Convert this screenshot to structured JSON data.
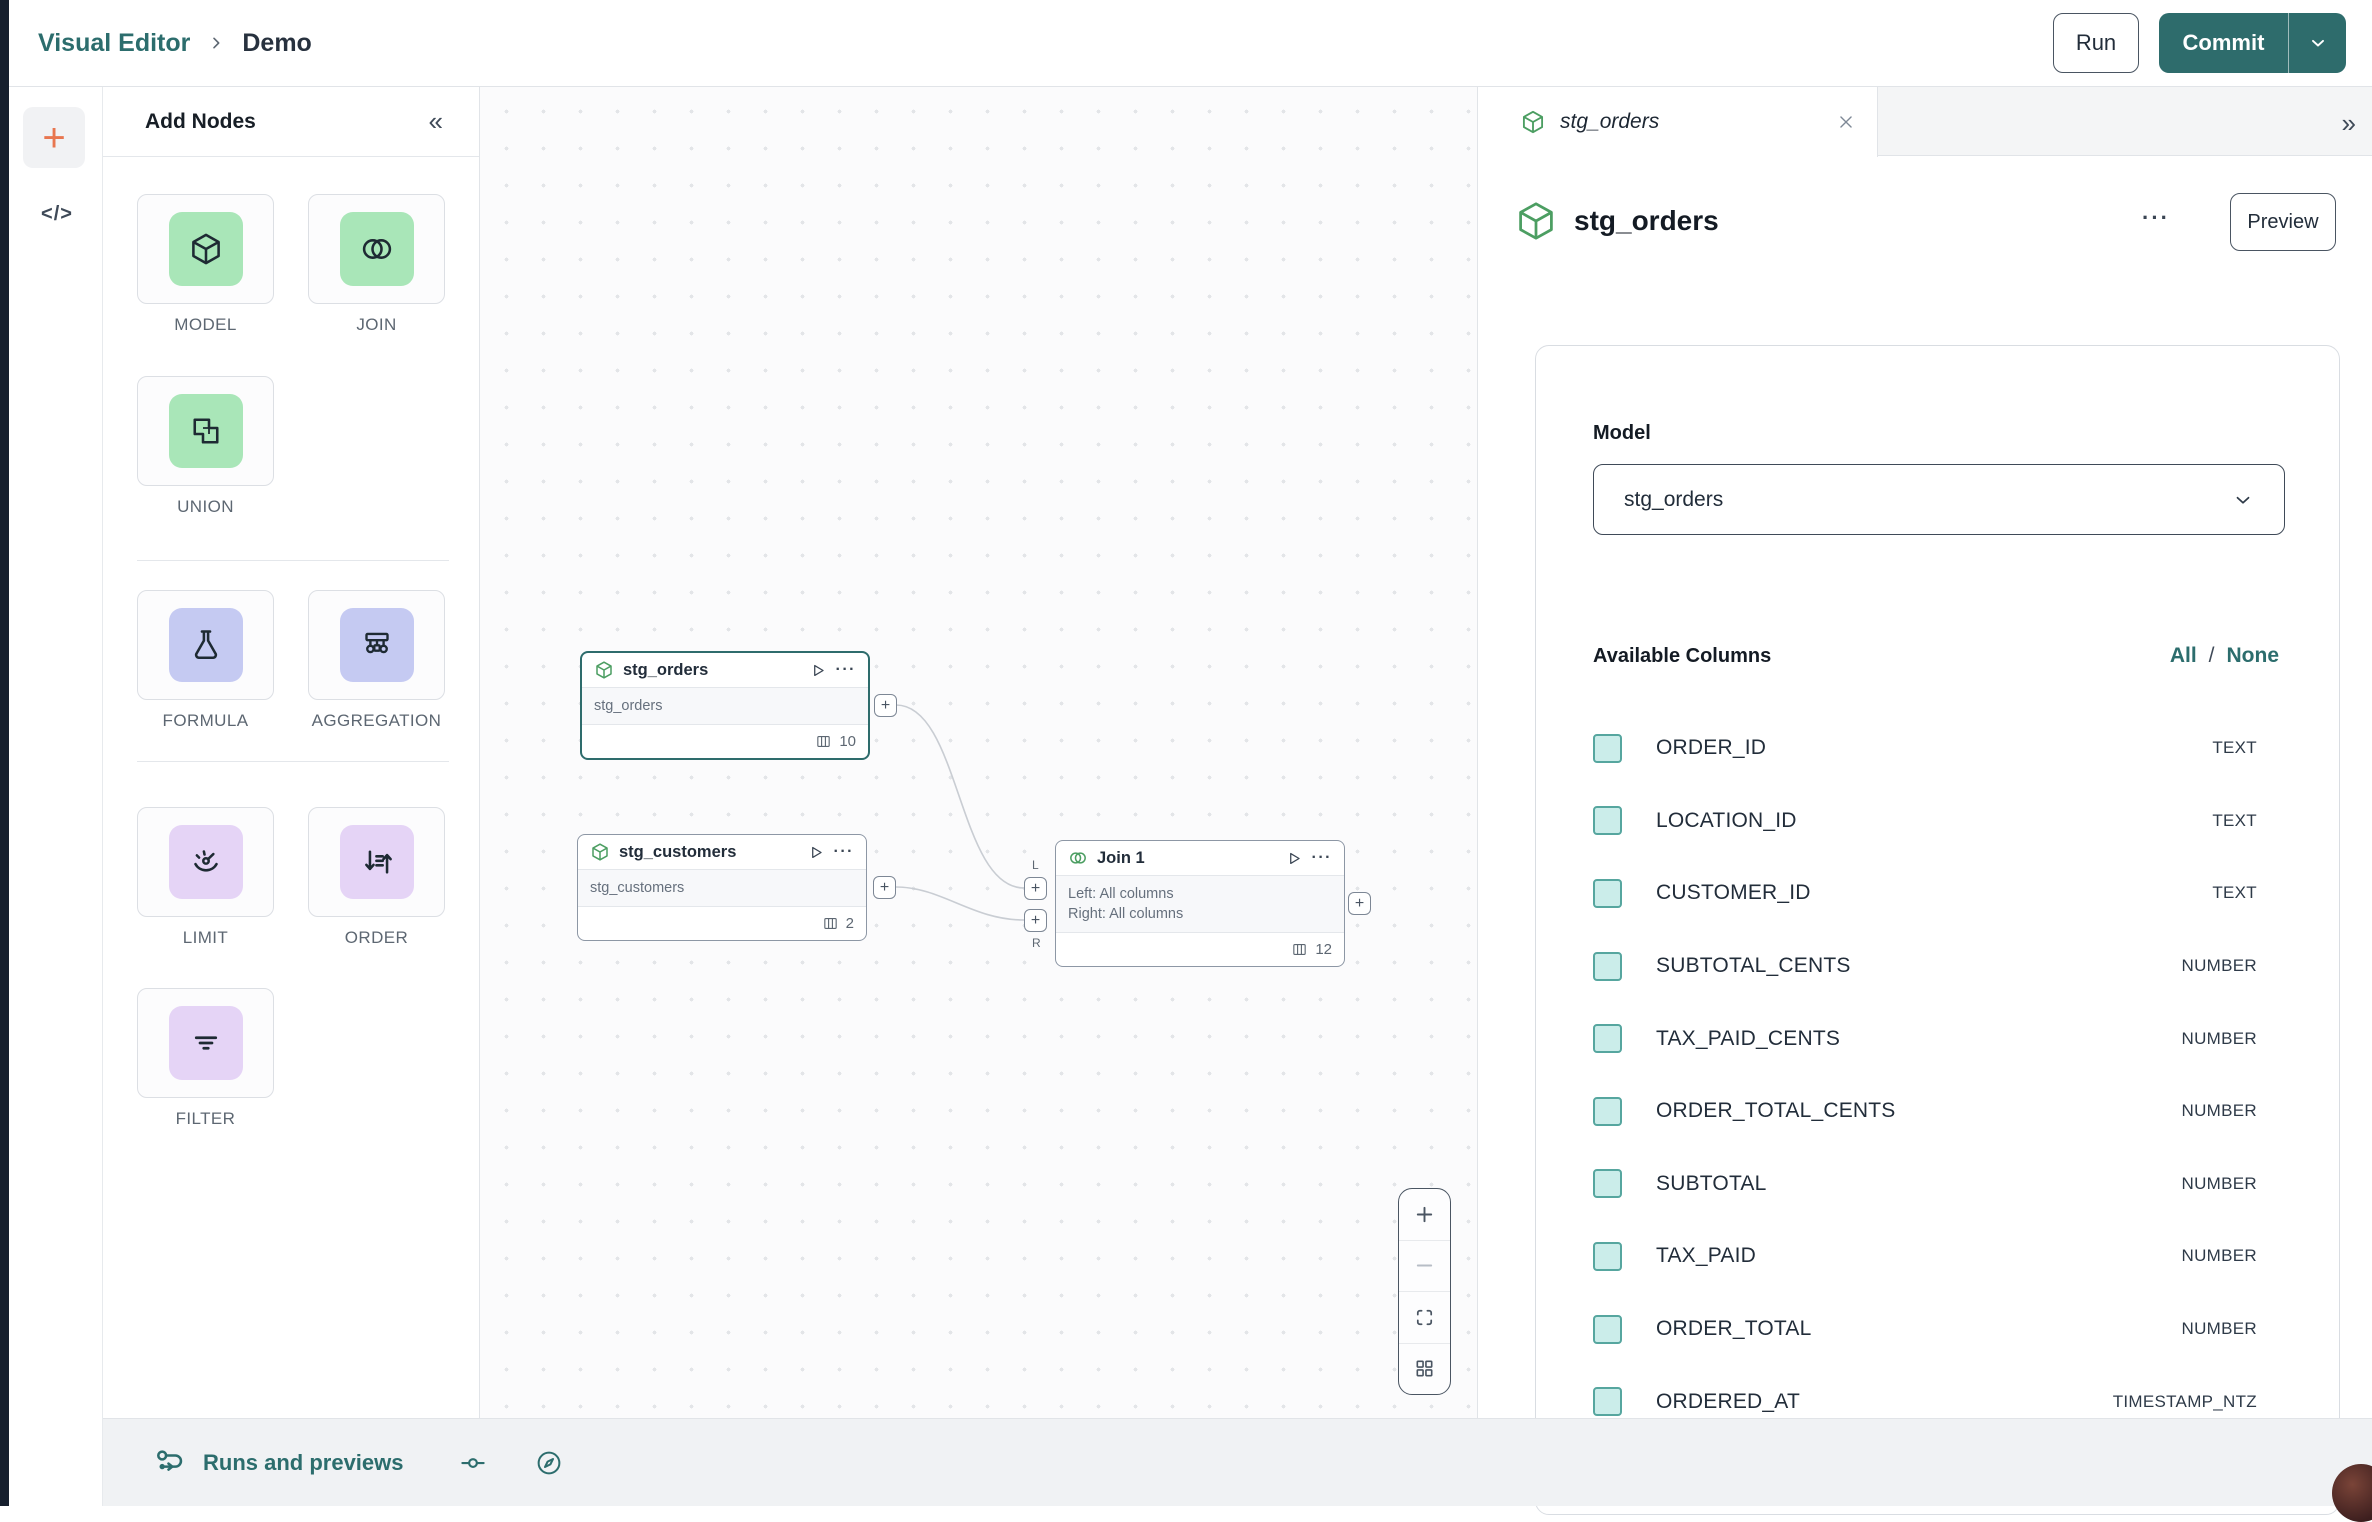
{
  "colors": {
    "accent_teal": "#2E6C6C",
    "mint_icon_bg": "#A9E6B8",
    "periwinkle_icon_bg": "#C5CAF2",
    "purple_icon_bg": "#E5D4F6",
    "node_icon_green": "#4C9E62",
    "checkbox_fill": "#CBEDEA",
    "checkbox_border": "#56A69F",
    "selected_node_border": "#2E6C6C",
    "add_button_orange": "#E8764F",
    "left_strip_dark": "#161F2E"
  },
  "ui": {
    "plus": "+",
    "code_glyph": "</>",
    "collapse_glyph": "«",
    "expand_glyph": "»",
    "ellipsis": "···"
  },
  "header": {
    "breadcrumb": [
      "Visual Editor",
      "Demo"
    ],
    "run_label": "Run",
    "commit_label": "Commit"
  },
  "palette": {
    "title": "Add Nodes",
    "items": [
      {
        "label": "MODEL",
        "icon": "cube-icon"
      },
      {
        "label": "JOIN",
        "icon": "join-circles-icon"
      },
      {
        "label": "UNION",
        "icon": "union-shapes-icon"
      },
      {
        "label": "FORMULA",
        "icon": "flask-icon"
      },
      {
        "label": "AGGREGATION",
        "icon": "hierarchy-icon"
      },
      {
        "label": "LIMIT",
        "icon": "gauge-icon"
      },
      {
        "label": "ORDER",
        "icon": "sort-arrows-icon"
      },
      {
        "label": "FILTER",
        "icon": "filter-lines-icon"
      }
    ]
  },
  "canvas": {
    "nodes": [
      {
        "title": "stg_orders",
        "subtitle": "stg_orders",
        "column_count": "10",
        "selected": true
      },
      {
        "title": "stg_customers",
        "subtitle": "stg_customers",
        "column_count": "2",
        "selected": false
      },
      {
        "title": "Join 1",
        "body_line1": "Left: All columns",
        "body_line2": "Right: All columns",
        "column_count": "12",
        "left_port_label": "L",
        "right_port_label": "R",
        "selected": false
      }
    ]
  },
  "panel": {
    "tab_title": "stg_orders",
    "title": "stg_orders",
    "preview_label": "Preview",
    "model_label": "Model",
    "model_value": "stg_orders",
    "available_columns_label": "Available Columns",
    "select_all_label": "All",
    "selector_separator": "/",
    "select_none_label": "None",
    "columns": [
      {
        "name": "ORDER_ID",
        "type": "TEXT"
      },
      {
        "name": "LOCATION_ID",
        "type": "TEXT"
      },
      {
        "name": "CUSTOMER_ID",
        "type": "TEXT"
      },
      {
        "name": "SUBTOTAL_CENTS",
        "type": "NUMBER"
      },
      {
        "name": "TAX_PAID_CENTS",
        "type": "NUMBER"
      },
      {
        "name": "ORDER_TOTAL_CENTS",
        "type": "NUMBER"
      },
      {
        "name": "SUBTOTAL",
        "type": "NUMBER"
      },
      {
        "name": "TAX_PAID",
        "type": "NUMBER"
      },
      {
        "name": "ORDER_TOTAL",
        "type": "NUMBER"
      },
      {
        "name": "ORDERED_AT",
        "type": "TIMESTAMP_NTZ"
      }
    ]
  },
  "bottom_bar": {
    "runs_label": "Runs and previews"
  }
}
